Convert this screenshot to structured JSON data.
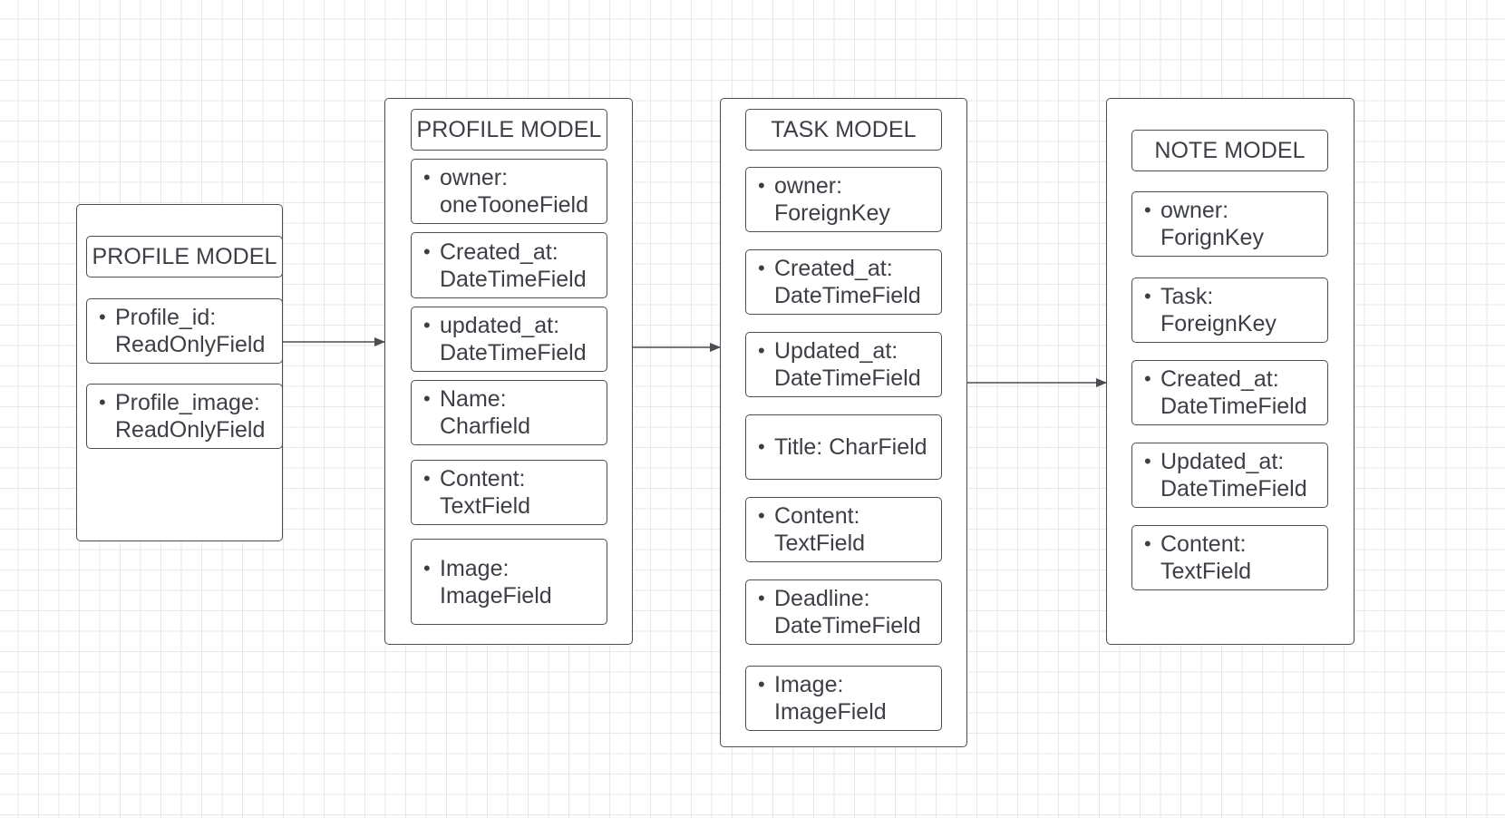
{
  "diagram": {
    "bullet_glyph": "•",
    "line_color": "#4a4d52",
    "models": [
      {
        "title": "PROFILE MODEL",
        "fields": [
          "Profile_id:\nReadOnlyField",
          "Profile_image:\nReadOnlyField"
        ]
      },
      {
        "title": "PROFILE MODEL",
        "fields": [
          "owner:\noneTooneField",
          "Created_at:\nDateTimeField",
          "updated_at:\nDateTimeField",
          "Name:\nCharfield",
          "Content:\nTextField",
          "Image:\nImageField"
        ]
      },
      {
        "title": "TASK MODEL",
        "fields": [
          "owner:\nForeignKey",
          "Created_at:\nDateTimeField",
          "Updated_at:\nDateTimeField",
          "Title: CharField",
          "Content:\nTextField",
          "Deadline:\nDateTimeField",
          "Image:\nImageField"
        ]
      },
      {
        "title": "NOTE MODEL",
        "fields": [
          "owner:\nForignKey",
          "Task:\nForeignKey",
          "Created_at:\nDateTimeField",
          "Updated_at:\nDateTimeField",
          "Content:\nTextField"
        ]
      }
    ]
  }
}
